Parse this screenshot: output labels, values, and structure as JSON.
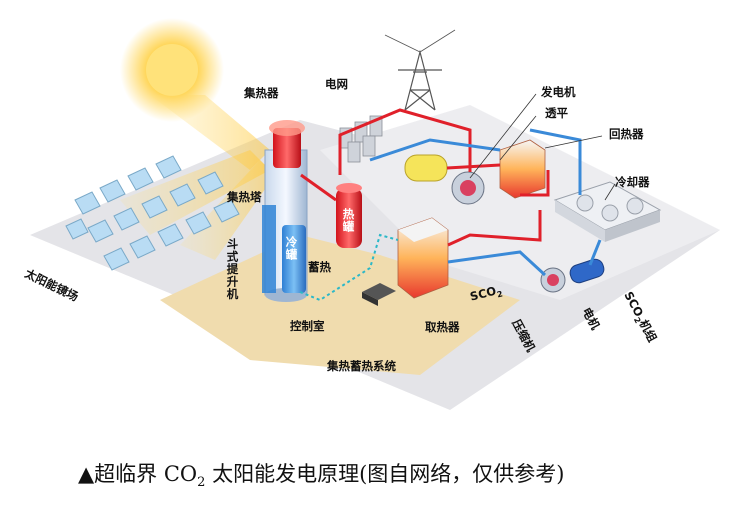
{
  "labels": {
    "collector": "集热器",
    "grid": "电网",
    "generator": "发电机",
    "turbine": "透平",
    "recuperator": "回热器",
    "cooler": "冷却器",
    "tower": "集热塔",
    "hot_tank": "热罐",
    "cold_tank": "冷罐",
    "heat_storage": "蓄热",
    "bucket_elevator": "斗式提升机",
    "heliostat_field": "太阳能镜场",
    "control_room": "控制室",
    "heat_extractor": "取热器",
    "sco2_main": "SCO",
    "sco2_sub": "2",
    "compressor": "压缩机",
    "motor": "电机",
    "sco2_unit_pre": "SCO",
    "sco2_unit_sub": "2",
    "sco2_unit_post": "机组",
    "system": "集热蓄热系统"
  },
  "caption": {
    "prefix": "▲超临界 CO",
    "sub": "2",
    "suffix": " 太阳能发电原理(图自网络，仅供参考)"
  },
  "colors": {
    "hot_pipe": "#e0202a",
    "cold_pipe": "#3a8ad8",
    "platform": "#f0dcae",
    "ground": "#e4e4e8",
    "sun": "#ffd24a"
  }
}
